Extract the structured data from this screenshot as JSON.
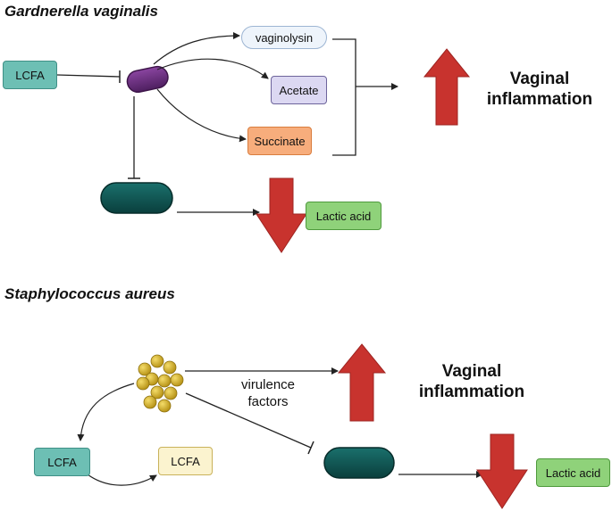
{
  "section1": {
    "title": "Gardnerella vaginalis",
    "lcfa": "LCFA",
    "vaginolysin": "vaginolysin",
    "acetate": "Acetate",
    "succinate": "Succinate",
    "lactic_acid": "Lactic acid",
    "inflammation_line1": "Vaginal",
    "inflammation_line2": "inflammation"
  },
  "section2": {
    "title": "Staphylococcus aureus",
    "lcfa_left": "LCFA",
    "lcfa_right": "LCFA",
    "virulence_line1": "virulence",
    "virulence_line2": "factors",
    "lactic_acid": "Lactic acid",
    "inflammation_line1": "Vaginal",
    "inflammation_line2": "inflammation"
  },
  "colors": {
    "arrow_red": "#c8332e",
    "gardnerella": "#6b2f7e",
    "lactobacillus": "#0f5a57",
    "staph": "#d2b026"
  }
}
